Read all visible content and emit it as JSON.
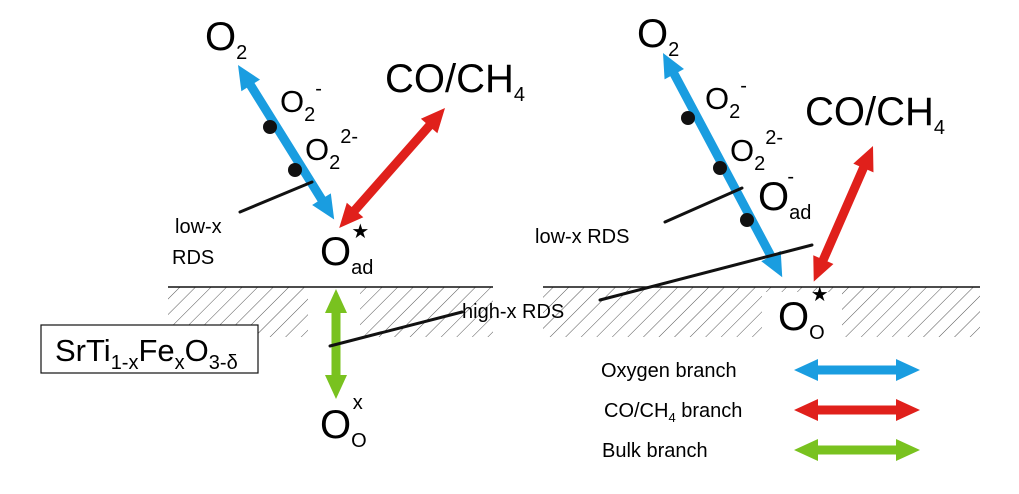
{
  "colors": {
    "oxygen": "#1a9de0",
    "co": "#e0201b",
    "bulk": "#79c21f",
    "ink": "#111111"
  },
  "material": {
    "main": "SrTi",
    "sub1": "1-x",
    "mid": "Fe",
    "sub2": "x",
    "tail": "O",
    "sub3": "3-δ"
  },
  "left": {
    "o2": {
      "base": "O",
      "sub": "2"
    },
    "superoxide": {
      "base": "O",
      "sub": "2",
      "sup": "-"
    },
    "peroxide": {
      "base": "O",
      "sub": "2",
      "sup": "2-"
    },
    "reductant": {
      "base": "CO/CH",
      "sub": "4"
    },
    "adsorbed": {
      "base": "O",
      "sub": "ad",
      "sup": "★"
    },
    "lattice": {
      "base": "O",
      "sub": "O",
      "sup": "x"
    },
    "low_rds": [
      "low-x",
      "RDS"
    ]
  },
  "high_rds": "high-x RDS",
  "right": {
    "o2": {
      "base": "O",
      "sub": "2"
    },
    "superoxide": {
      "base": "O",
      "sub": "2",
      "sup": "-"
    },
    "peroxide": {
      "base": "O",
      "sub": "2",
      "sup": "2-"
    },
    "ad_anion": {
      "base": "O",
      "sub": "ad",
      "sup": "-"
    },
    "reductant": {
      "base": "CO/CH",
      "sub": "4"
    },
    "surface": {
      "base": "O",
      "sub": "O",
      "sup": "★"
    },
    "low_rds": "low-x RDS"
  },
  "legend": [
    {
      "text": "Oxygen branch",
      "color_key": "oxygen"
    },
    {
      "text": "CO/CH",
      "sub": "4",
      "text_after": " branch",
      "color_key": "co"
    },
    {
      "text": "Bulk branch",
      "color_key": "bulk"
    }
  ]
}
